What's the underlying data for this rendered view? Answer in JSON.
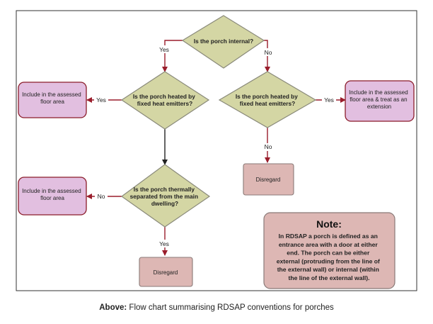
{
  "diagram": {
    "questions": {
      "porch_internal": "Is the porch internal?",
      "heated_left": [
        "Is the porch heated by",
        "fixed heat emitters?"
      ],
      "heated_right": [
        "Is the porch heated by",
        "fixed heat emitters?"
      ],
      "thermally_separated": [
        "Is the porch thermally",
        "separated from the main",
        "dwelling?"
      ]
    },
    "outcomes": {
      "include_1": [
        "Include in the assessed",
        "floor area"
      ],
      "include_2": [
        "Include in the assessed",
        "floor area"
      ],
      "include_extension": [
        "Include in the assessed",
        "floor area & treat as an",
        "extension"
      ],
      "disregard_right": "Disregard",
      "disregard_bottom": "Disregard"
    },
    "edge_labels": {
      "yes_top": "Yes",
      "no_top": "No",
      "yes_left_heated": "Yes",
      "yes_right_heated": "Yes",
      "no_right_heated": "No",
      "no_thermal": "No",
      "yes_thermal": "Yes"
    },
    "note": {
      "title": "Note:",
      "lines": [
        "In RDSAP a porch is defined as an",
        "entrance area with a door at either",
        "end. The porch can be either",
        "external (protruding from the line of",
        "the external wall) or internal (within",
        "the line of the external wall)."
      ]
    }
  },
  "caption": {
    "label": "Above:",
    "text": "Flow chart summarising RDSAP conventions for porches"
  },
  "colors": {
    "diamond_fill": "#d4d6a4",
    "diamond_stroke": "#8a8a7a",
    "outcome_fill": "#e2bfe0",
    "outcome_stroke": "#8b1c2a",
    "disregard_fill": "#ddb7b4",
    "arrow": "#9a1d2b"
  }
}
